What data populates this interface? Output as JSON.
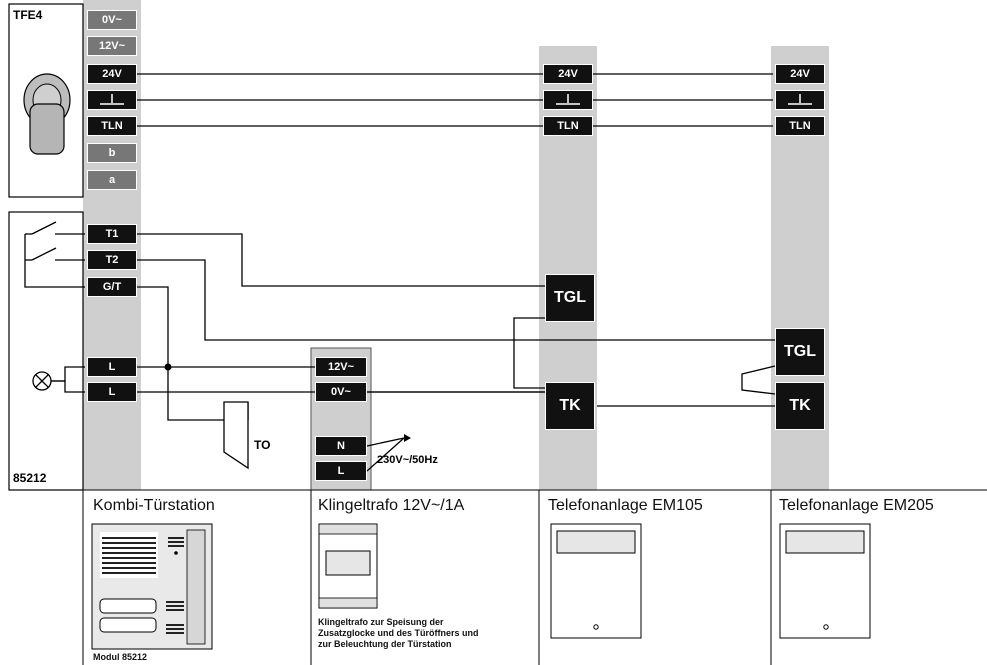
{
  "devices": {
    "tfe4": "TFE4",
    "door_module": "85212"
  },
  "terminals": {
    "door_top": [
      "0V~",
      "12V~",
      "24V",
      "ground-symbol",
      "TLN",
      "b",
      "a"
    ],
    "door_bottom": [
      "T1",
      "T2",
      "G/T",
      "L",
      "L"
    ],
    "trafo": [
      "12V~",
      "0V~",
      "N",
      "L"
    ],
    "em105": [
      "24V",
      "ground-symbol",
      "TLN",
      "TGL",
      "TK"
    ],
    "em205": [
      "24V",
      "ground-symbol",
      "TLN",
      "TGL",
      "TK"
    ]
  },
  "labels": {
    "door_opener": "TO",
    "mains": "230V~/50Hz"
  },
  "captions": {
    "door_station": "Kombi-Türstation",
    "trafo": "Klingeltrafo 12V~/1A",
    "em105": "Telefonanlage EM105",
    "em205": "Telefonanlage EM205"
  },
  "notes": {
    "module": "Modul 85212",
    "trafo_note": [
      "Klingeltrafo zur Speisung der",
      "Zusatzglocke und des Türöffners und",
      "zur Beleuchtung der Türstation"
    ]
  },
  "colors": {
    "rail": "#cfcfcf",
    "terminal_dark": "#111111",
    "terminal_grey": "#777777",
    "line": "#000000"
  }
}
